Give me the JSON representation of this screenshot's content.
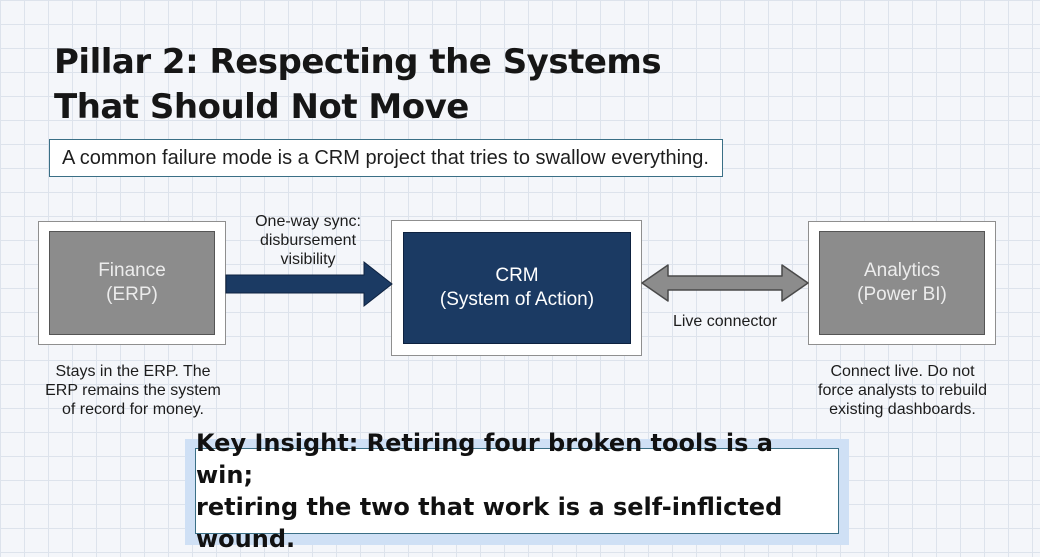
{
  "title": {
    "line1": "Pillar 2: Respecting the Systems",
    "line2": "That Should Not Move"
  },
  "subtitle": "A common failure mode is a CRM project that tries to swallow everything.",
  "nodes": {
    "finance": {
      "line1": "Finance",
      "line2": "(ERP)"
    },
    "crm": {
      "line1": "CRM",
      "line2": "(System of Action)"
    },
    "analytics": {
      "line1": "Analytics",
      "line2": "(Power BI)"
    }
  },
  "edges": {
    "finance_to_crm": {
      "line1": "One-way sync:",
      "line2": "disbursement",
      "line3": "visibility"
    },
    "crm_analytics": {
      "label": "Live connector"
    }
  },
  "captions": {
    "finance": {
      "line1": "Stays in the ERP. The",
      "line2": "ERP remains the system",
      "line3": "of record for money."
    },
    "analytics": {
      "line1": "Connect live. Do not",
      "line2": "force analysts to rebuild",
      "line3": "existing dashboards."
    }
  },
  "insight": {
    "line1": "Key Insight: Retiring four broken tools is a win;",
    "line2": "retiring the two that work is a self-inflicted wound."
  },
  "colors": {
    "crm_fill": "#1b3a63",
    "system_fill": "#8c8c8c",
    "accent_border": "#3a6f86",
    "insight_glow": "#cfe0f5"
  }
}
